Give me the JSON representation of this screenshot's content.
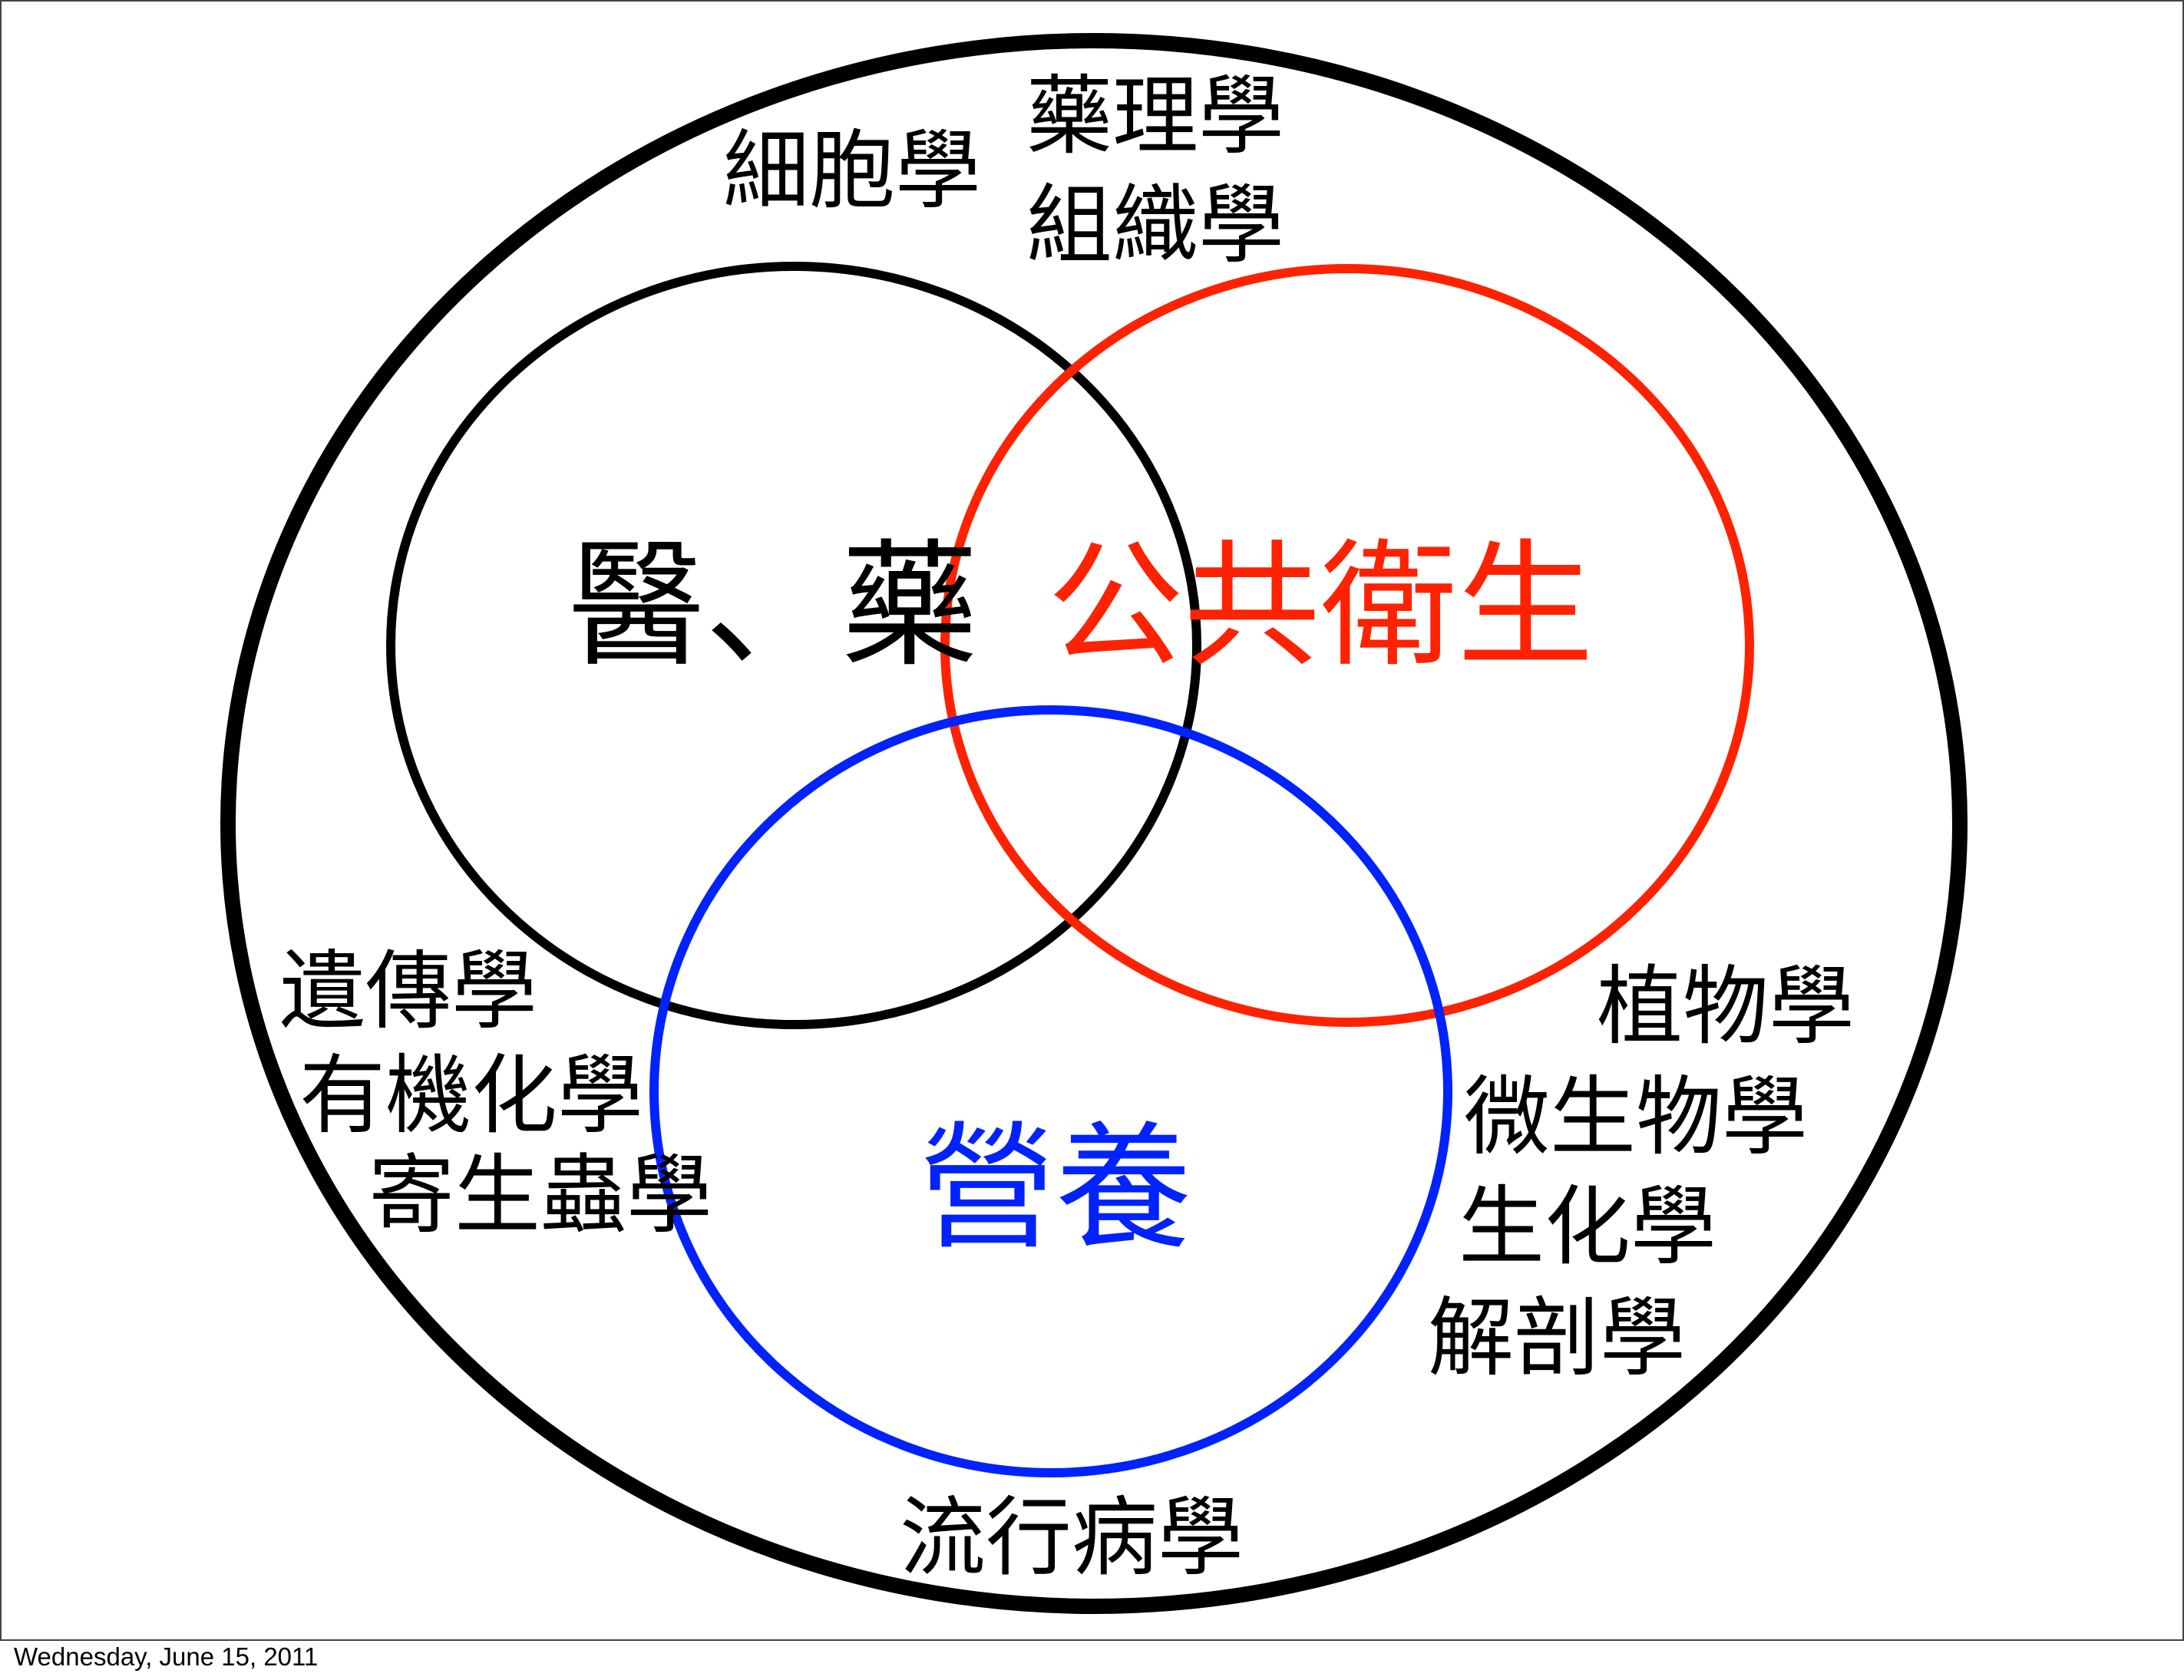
{
  "diagram": {
    "outer_labels": {
      "top_left": "細胞學",
      "top_right_1": "藥理學",
      "top_right_2": "組織學",
      "left_1": "遺傳學",
      "left_2": "有機化學",
      "left_3": "寄生蟲學",
      "right_1": "植物學",
      "right_2": "微生物學",
      "right_3": "生化學",
      "right_4": "解剖學",
      "bottom": "流行病學"
    },
    "circles": {
      "medicine": {
        "label": "醫、藥",
        "color": "#000000"
      },
      "public_health": {
        "label": "公共衛生",
        "color": "#ff2200"
      },
      "nutrition": {
        "label": "營養",
        "color": "#0022ff"
      }
    },
    "outer_ring_color": "#000000"
  },
  "footer": {
    "date": "Wednesday, June 15, 2011"
  }
}
